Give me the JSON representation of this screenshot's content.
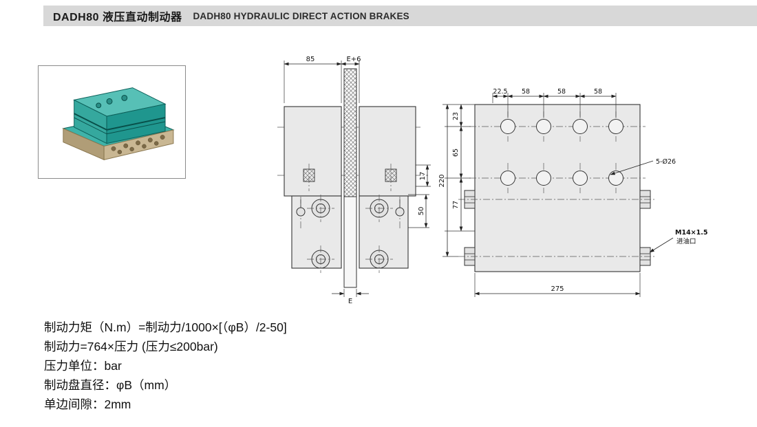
{
  "header": {
    "title_zh": "DADH80 液压直动制动器",
    "title_en": "DADH80 HYDRAULIC DIRECT ACTION BRAKES"
  },
  "side_view": {
    "dim_body_width": "85",
    "dim_slot": "E+6",
    "dim_17": "17",
    "dim_50": "50",
    "dim_disc": "E"
  },
  "front_view": {
    "dim_22_5": "22.5",
    "dim_58_1": "58",
    "dim_58_2": "58",
    "dim_58_3": "58",
    "dim_23": "23",
    "dim_65": "65",
    "dim_77": "77",
    "dim_220": "220",
    "dim_275": "275",
    "label_holes": "5-Ø26",
    "label_port_thread": "M14×1.5",
    "label_port_name": "进油口"
  },
  "notes": {
    "lines": [
      "制动力矩（N.m）=制动力/1000×[（φB）/2-50]",
      "制动力=764×压力 (压力≤200bar)",
      "压力单位：bar",
      "制动盘直径：φB（mm）",
      "单边间隙：2mm"
    ]
  },
  "colors": {
    "header_bg": "#d8d8d8",
    "drawing_fill": "#e9e9e9",
    "teal_top": "#57c0b6",
    "teal_front": "#1f968e",
    "teal_left": "#35a89e",
    "flange": "#c9b793"
  }
}
